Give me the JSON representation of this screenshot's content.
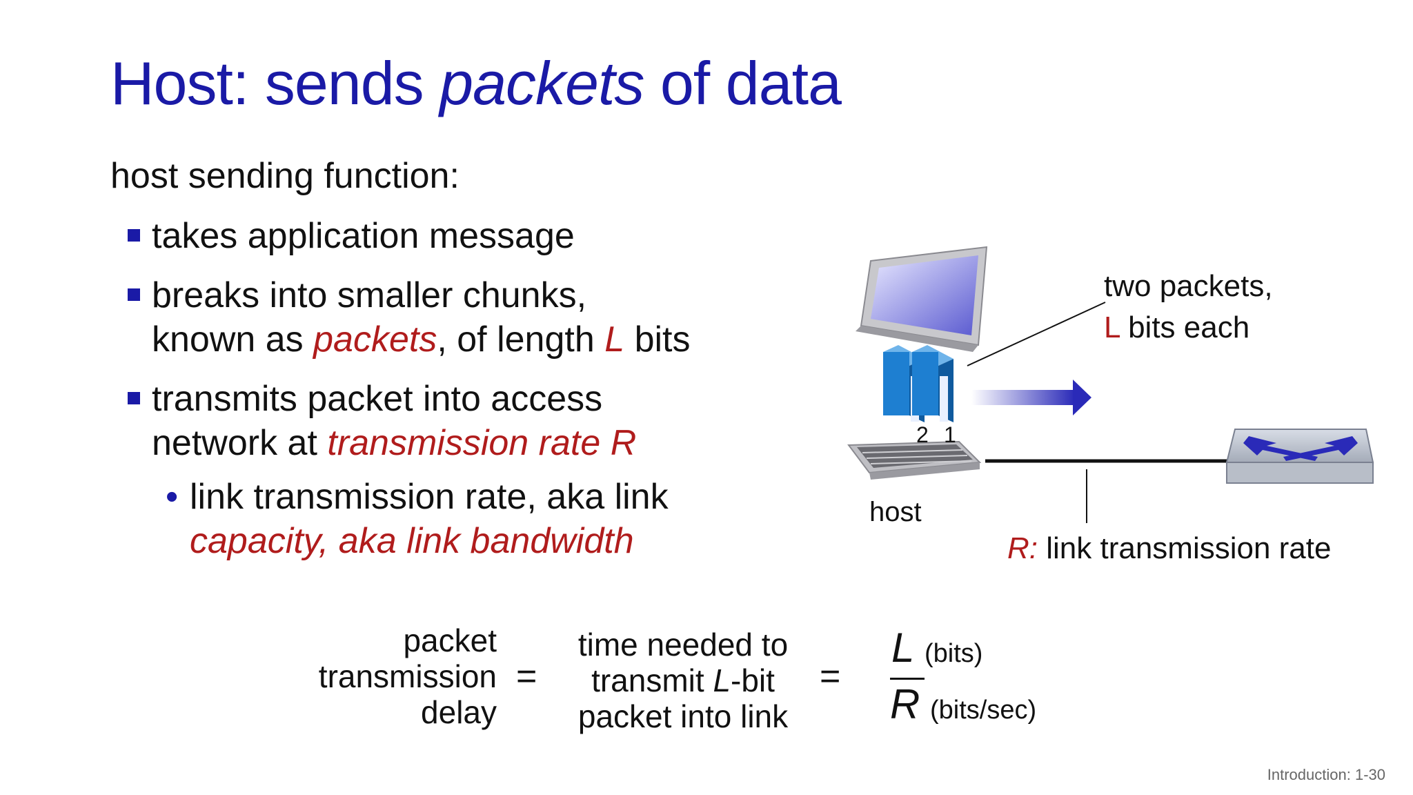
{
  "title": {
    "part1": "Host: sends ",
    "part2": "packets",
    "part3": " of data"
  },
  "intro": "host sending function:",
  "bullets": {
    "b1": "takes application message",
    "b2": {
      "line1": "breaks into smaller chunks,",
      "line2_a": "known as ",
      "line2_b": "packets",
      "line2_c": ", of length ",
      "line2_d": "L",
      "line2_e": " bits"
    },
    "b3": {
      "line1": "transmits packet into access",
      "line2_a": "network at ",
      "line2_b": "transmission rate R"
    },
    "sub": {
      "line1": "link transmission rate, aka link",
      "line2": "capacity, aka link bandwidth"
    }
  },
  "diagram": {
    "packets_label_line1": "two packets,",
    "packets_label_line2_a": "L",
    "packets_label_line2_b": " bits each",
    "packet_num_2": "2",
    "packet_num_1": "1",
    "host_label": "host",
    "rate_label_a": "R:",
    "rate_label_b": " link transmission rate",
    "colors": {
      "accent": "#1a1aa6",
      "red": "#b01c1c",
      "packet_blue": "#1e7fd1"
    }
  },
  "formula": {
    "left": {
      "l1": "packet",
      "l2": "transmission",
      "l3": "delay"
    },
    "eq1": "=",
    "middle": {
      "l1": "time needed to",
      "l2_a": "transmit ",
      "l2_b": "L",
      "l2_c": "-bit",
      "l3": "packet into link"
    },
    "eq2": "=",
    "numerator": "L",
    "numerator_unit": "(bits)",
    "denominator": "R",
    "denominator_unit": "(bits/sec)"
  },
  "footer": "Introduction: 1-30"
}
